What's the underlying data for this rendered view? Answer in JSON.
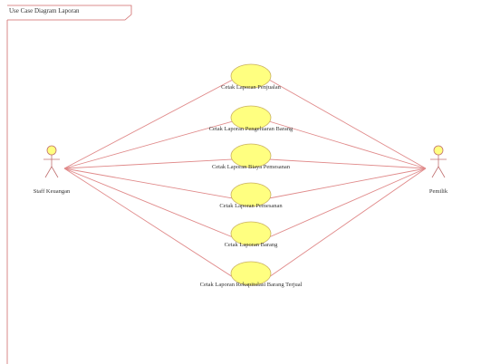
{
  "diagram": {
    "frame_title": "Use Case Diagram Laporan",
    "colors": {
      "line": "#e08a8a",
      "frame": "#d06a6a",
      "usecase_fill": "#ffff80",
      "usecase_stroke": "#c9b060",
      "actor_fill": "#ffff80",
      "actor_stroke": "#c07070"
    },
    "actors": [
      {
        "id": "staff",
        "label": "Staff Keuangan"
      },
      {
        "id": "owner",
        "label": "Pemilik"
      }
    ],
    "use_cases": [
      {
        "id": "uc1",
        "label": "Cetak Laporan Penjualan"
      },
      {
        "id": "uc2",
        "label": "Cetak Laporan Pengeluaran Barang"
      },
      {
        "id": "uc3",
        "label": "Cetak Laporan Biaya Pemesanan"
      },
      {
        "id": "uc4",
        "label": "Cetak Laporan Pemesanan"
      },
      {
        "id": "uc5",
        "label": "Cetak Laporan Barang"
      },
      {
        "id": "uc6",
        "label": "Cetak Laporan Rekapitulasi Barang Terjual"
      }
    ]
  }
}
